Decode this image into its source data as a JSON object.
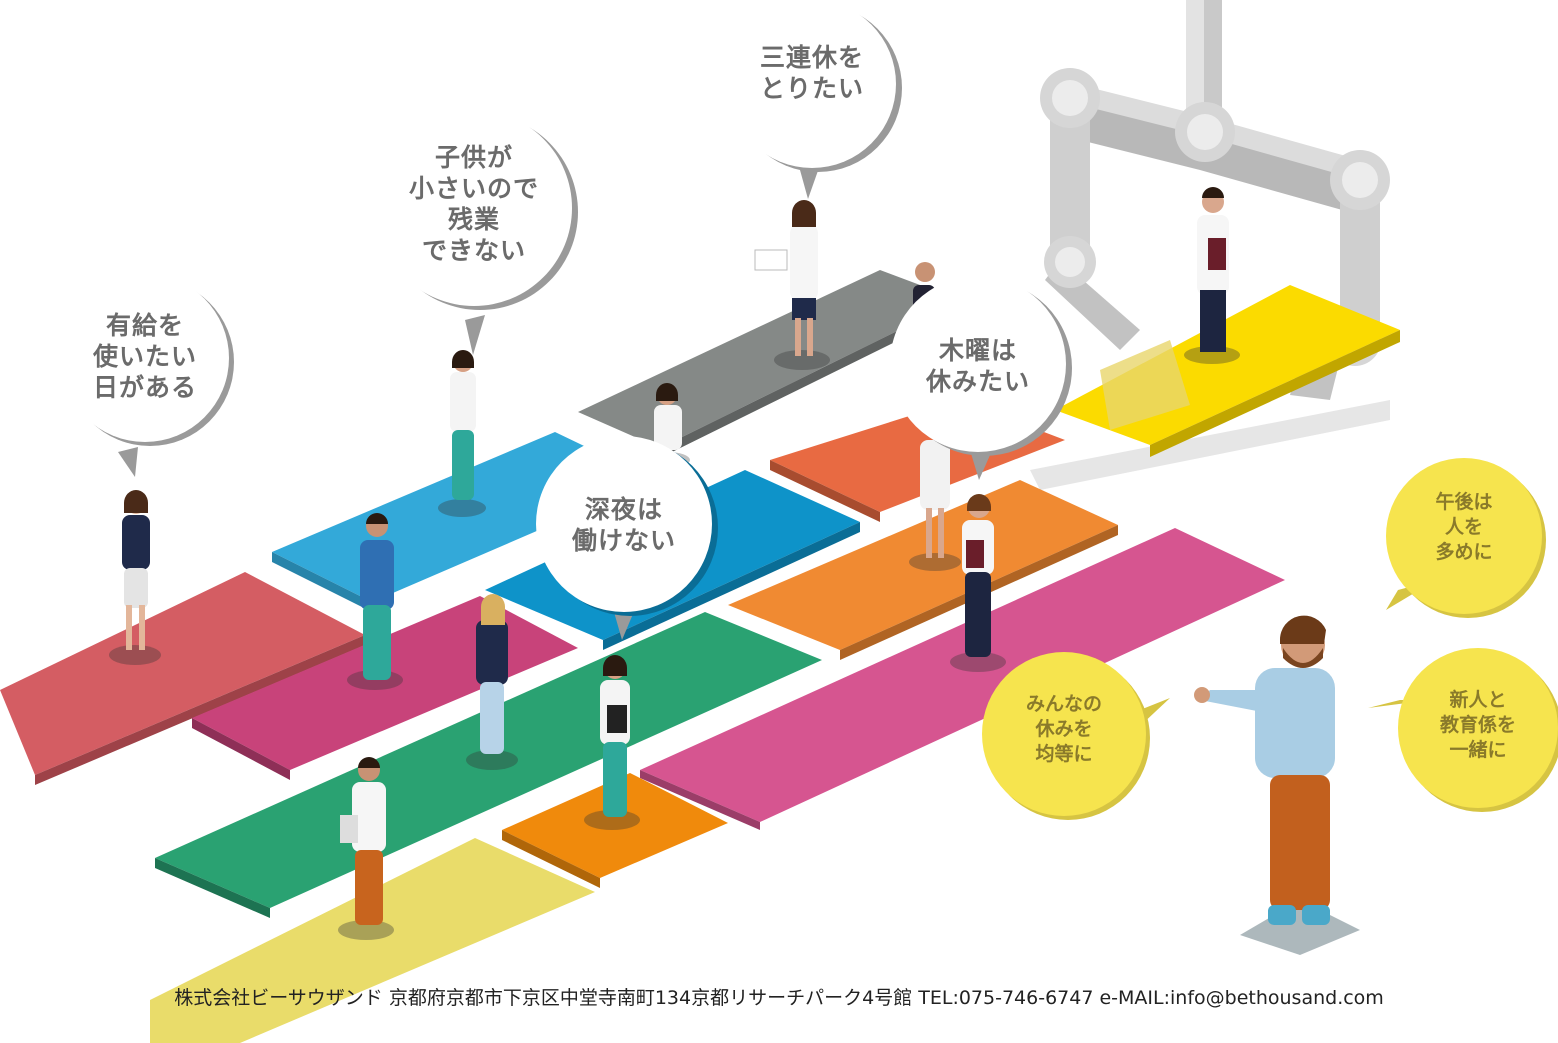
{
  "bubbles_gray": [
    {
      "id": "paid-leave",
      "text": "有給を\n使いたい\n日がある"
    },
    {
      "id": "small-children",
      "text": "子供が\n小さいので\n残業\nできない"
    },
    {
      "id": "three-day-weekend",
      "text": "三連休を\nとりたい"
    },
    {
      "id": "thursday-off",
      "text": "木曜は\n休みたい"
    },
    {
      "id": "no-late-night",
      "text": "深夜は\n働けない"
    }
  ],
  "bubbles_yellow": [
    {
      "id": "afternoon-staff",
      "text": "午後は\n人を\n多めに"
    },
    {
      "id": "rookie-mentor",
      "text": "新人と\n教育係を\n一緒に"
    },
    {
      "id": "equal-holidays",
      "text": "みんなの\n休みを\n均等に"
    }
  ],
  "footer": {
    "text": "株式会社ビーサウザンド 京都府京都市下京区中堂寺南町134京都リサーチパーク4号館 TEL:075-746-6747 e-MAIL:info@bethousand.com"
  },
  "colors": {
    "red": "#d45d63",
    "blue": "#33a9d9",
    "gray": "#858987",
    "magenta": "#c8437a",
    "darkblue": "#0e93c9",
    "orange_red": "#e86a42",
    "orange": "#f08a32",
    "green": "#2aa272",
    "pink": "#d65590",
    "light_yellow": "#e9dc6a",
    "amber": "#f08a0c",
    "yellow": "#fbdb00",
    "bubble_yellow": "#f6e44e"
  }
}
